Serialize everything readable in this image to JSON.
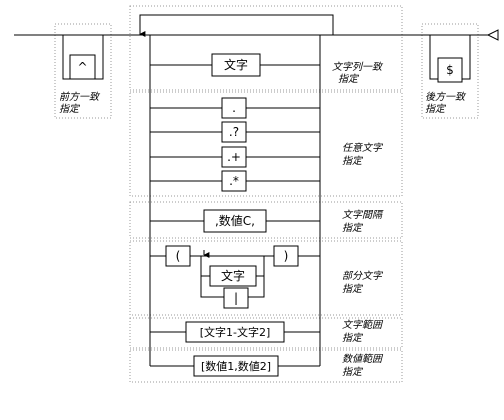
{
  "prefix_group": {
    "token": "^",
    "label_line1": "前方一致",
    "label_line2": "指定"
  },
  "suffix_group": {
    "token": "$",
    "label_line1": "後方一致",
    "label_line2": "指定"
  },
  "string_match": {
    "token": "文字",
    "label_line1": "文字列一致",
    "label_line2": "指定"
  },
  "any_char": {
    "tokens": [
      ".",
      ".?",
      ".+",
      ".*"
    ],
    "label_line1": "任意文字",
    "label_line2": "指定"
  },
  "char_interval": {
    "token": ",数値C,",
    "label_line1": "文字間隔",
    "label_line2": "指定"
  },
  "partial_char": {
    "open": "(",
    "close": ")",
    "inner_token": "文字",
    "separator": "|",
    "label_line1": "部分文字",
    "label_line2": "指定"
  },
  "char_range": {
    "token": "[文字1-文字2]",
    "label_line1": "文字範囲",
    "label_line2": "指定"
  },
  "num_range": {
    "token": "[数値1,数値2]",
    "label_line1": "数値範囲",
    "label_line2": "指定"
  }
}
